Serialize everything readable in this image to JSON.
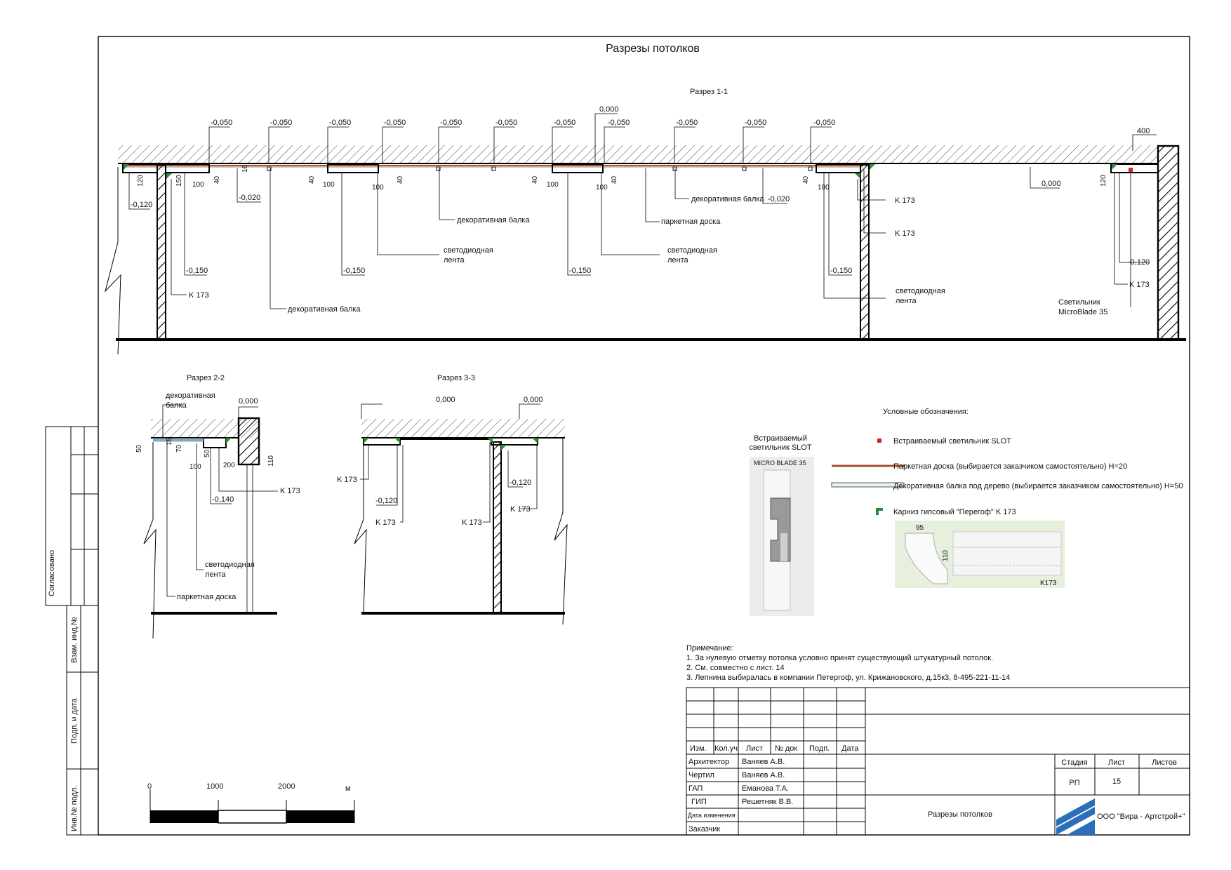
{
  "sheet": {
    "title": "Разрезы потолков",
    "section_1": "Разрез  1-1",
    "section_2": "Разрез  2-2",
    "section_3": "Разрез  3-3"
  },
  "section1": {
    "dims_top": [
      "-0,050",
      "-0,050",
      "-0,050",
      "-0,050",
      "-0,050",
      "-0,050",
      "-0,050",
      "-0,050",
      "-0,050",
      "-0,050",
      "-0,050"
    ],
    "zero_top": "0,000",
    "dim_400": "400",
    "lvl_m020_a": "-0,020",
    "lvl_m020_b": "-0,020",
    "lvl_m120_a": "-0,120",
    "lvl_m120_b": "-0,120",
    "lvl_m150": [
      "-0,150",
      "-0,150",
      "-0,150",
      "-0,150"
    ],
    "lvl_zero_right": "0,000",
    "small": {
      "d120a": "120",
      "d150": "150",
      "d100a": "100",
      "d40a": "40",
      "d16": "16",
      "d40b": "40",
      "d100b": "100",
      "d100c": "100",
      "d40c": "40",
      "d40d": "40",
      "d100d": "100",
      "d100e": "100",
      "d40e": "40",
      "d40f": "40",
      "d100f": "100",
      "d120b": "120"
    },
    "labels": {
      "k173_left": "K 173",
      "k173_r1": "K 173",
      "k173_r2": "K 173",
      "k173_far": "K 173",
      "dec_beam_bottom": "декоративная балка",
      "dec_beam_mid": "декоративная балка",
      "dec_beam_right": "декоративная балка",
      "parquet": "паркетная доска",
      "led1_a": "светодиодная",
      "led1_b": "лента",
      "led2_a": "светодиодная",
      "led2_b": "лента",
      "led3_a": "светодиодная",
      "led3_b": "лента",
      "lamp_a": "Светильник",
      "lamp_b": "MicroBlade 35"
    }
  },
  "section2": {
    "zero": "0,000",
    "dec_a": "декоративная",
    "dec_b": "балка",
    "d50": "50",
    "d16": "16",
    "d70": "70",
    "d50b": "50",
    "d100": "100",
    "d200": "200",
    "d110": "110",
    "lvl_m140": "-0,140",
    "k173": "K 173",
    "led_a": "светодиодная",
    "led_b": "лента",
    "parquet": "паркетная доска"
  },
  "section3": {
    "zero_a": "0,000",
    "zero_b": "0,000",
    "k173_a": "K 173",
    "k173_b": "K 173",
    "k173_c": "K 173",
    "k173_d": "K 173",
    "lvl_a": "-0,120",
    "lvl_b": "-0,120"
  },
  "legend": {
    "heading": "Условные обозначения:",
    "slot": "Встраиваемый светильник SLOT",
    "parquet": "Паркетная доска (выбирается заказчиком самостоятельно) H=20",
    "beam": "Декоративная балка под дерево (выбирается заказчиком самостоятельно) H=50",
    "cornice": "Карниз гипсовый \"Перегоф\" K 173",
    "slot_img_a": "Встраиваемый",
    "slot_img_b": "светильник SLOT",
    "slot_img_caption": "MICRO BLADE 35",
    "cornice_w": "95",
    "cornice_h": "110",
    "cornice_code": "K173"
  },
  "notes": {
    "heading": "Примечание:",
    "n1": "1. За нулевую отметку потолка условно принят существующий штукатурный потолок.",
    "n2": "2. См. совместно с лист. 14",
    "n3": "3. Лепнина выбиралась в компании Петергоф, ул. Крижановского, д.15к3, 8-495-221-11-14"
  },
  "scale": {
    "l0": "0",
    "l1": "1000",
    "l2": "2000",
    "unit": "м"
  },
  "side_stamp": {
    "agreed": "Согласовано",
    "inv_vz": "Взам. инд.№",
    "sign_date": "Подп. и дата",
    "inv_orig": "Инв.№ подл."
  },
  "title_block": {
    "headers": [
      "Изм.",
      "Кол.уч",
      "Лист",
      "№ док",
      "Подп.",
      "Дата"
    ],
    "roles": [
      "Архитектор",
      "Чертил",
      "ГАП",
      "ГИП",
      "Дата изменения",
      "Заказчик"
    ],
    "names": [
      "Ваняев А.В.",
      "Ваняев А.В.",
      "Еманова Т.А.",
      "Решетняк В.В."
    ],
    "stage_label": "Стадия",
    "sheet_label": "Лист",
    "sheets_label": "Листов",
    "stage": "РП",
    "sheet": "15",
    "sheets": "",
    "drawing_name": "Разрезы потолков",
    "company": "ООО \"Вира - Артстрой+\""
  }
}
